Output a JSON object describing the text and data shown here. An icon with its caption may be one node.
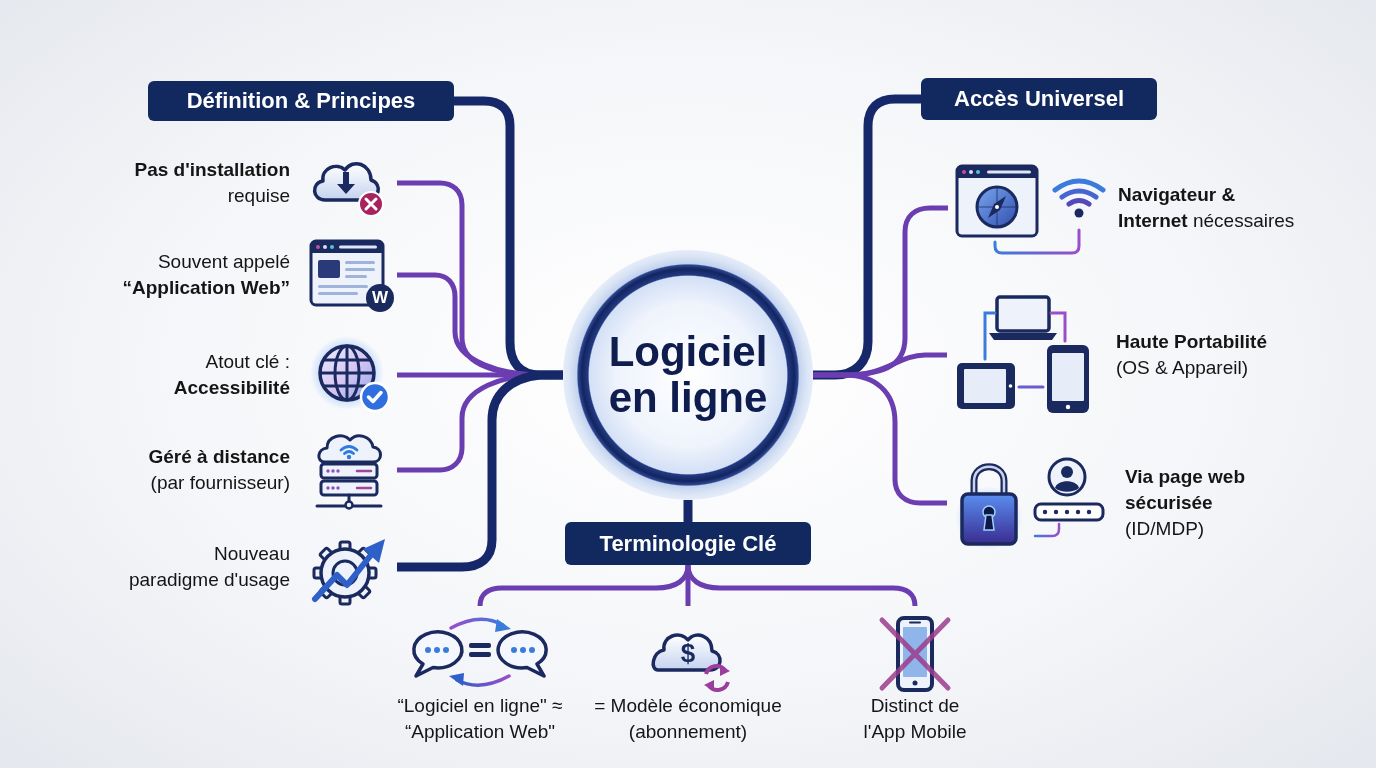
{
  "diagram": {
    "nodes": [
      {
        "text": [
          "Logiciel en ligne"
        ]
      },
      {
        "text": [
          "Définition & Principes"
        ]
      },
      {
        "text": [
          "**Pas d'installation** requise"
        ]
      },
      {
        "text": [
          "Souvent appelé **“Application Web”**"
        ]
      },
      {
        "text": [
          "Atout clé : **Accessibilité**"
        ]
      },
      {
        "text": [
          "**Géré à distance** (par fournisseur)"
        ]
      },
      {
        "text": [
          "Nouveau paradigme d'usage"
        ]
      },
      {
        "text": [
          "Accès Universel"
        ]
      },
      {
        "text": [
          "**Navigateur & Internet** nécessaires"
        ]
      },
      {
        "text": [
          "**Haute Portabilité** (OS & Appareil)"
        ]
      },
      {
        "text": [
          "**Via page web sécurisée** (ID/MDP)"
        ]
      },
      {
        "text": [
          "Terminologie Clé"
        ]
      },
      {
        "text": [
          "“Logiciel en ligne\" ≈ “Application Web\""
        ]
      },
      {
        "text": [
          "= Modèle économique (abonnement)"
        ]
      },
      {
        "text": [
          "Distinct de l'App Mobile"
        ]
      }
    ],
    "edges": [
      {
        "from": 0,
        "to": 1,
        "arrow": "none",
        "style": "thick"
      },
      {
        "from": 0,
        "to": 2,
        "arrow": "none"
      },
      {
        "from": 0,
        "to": 3,
        "arrow": "none"
      },
      {
        "from": 0,
        "to": 4,
        "arrow": "none"
      },
      {
        "from": 0,
        "to": 5,
        "arrow": "none"
      },
      {
        "from": 0,
        "to": 6,
        "arrow": "none",
        "style": "thick"
      },
      {
        "from": 0,
        "to": 7,
        "arrow": "none",
        "style": "thick"
      },
      {
        "from": 0,
        "to": 8,
        "arrow": "none"
      },
      {
        "from": 0,
        "to": 9,
        "arrow": "none"
      },
      {
        "from": 0,
        "to": 10,
        "arrow": "none"
      },
      {
        "from": 0,
        "to": 11,
        "arrow": "none",
        "style": "thick"
      },
      {
        "from": 11,
        "to": 12,
        "arrow": "none"
      },
      {
        "from": 11,
        "to": 13,
        "arrow": "none"
      },
      {
        "from": 11,
        "to": 14,
        "arrow": "none"
      }
    ],
    "labels": [
      "W",
      "$"
    ]
  }
}
